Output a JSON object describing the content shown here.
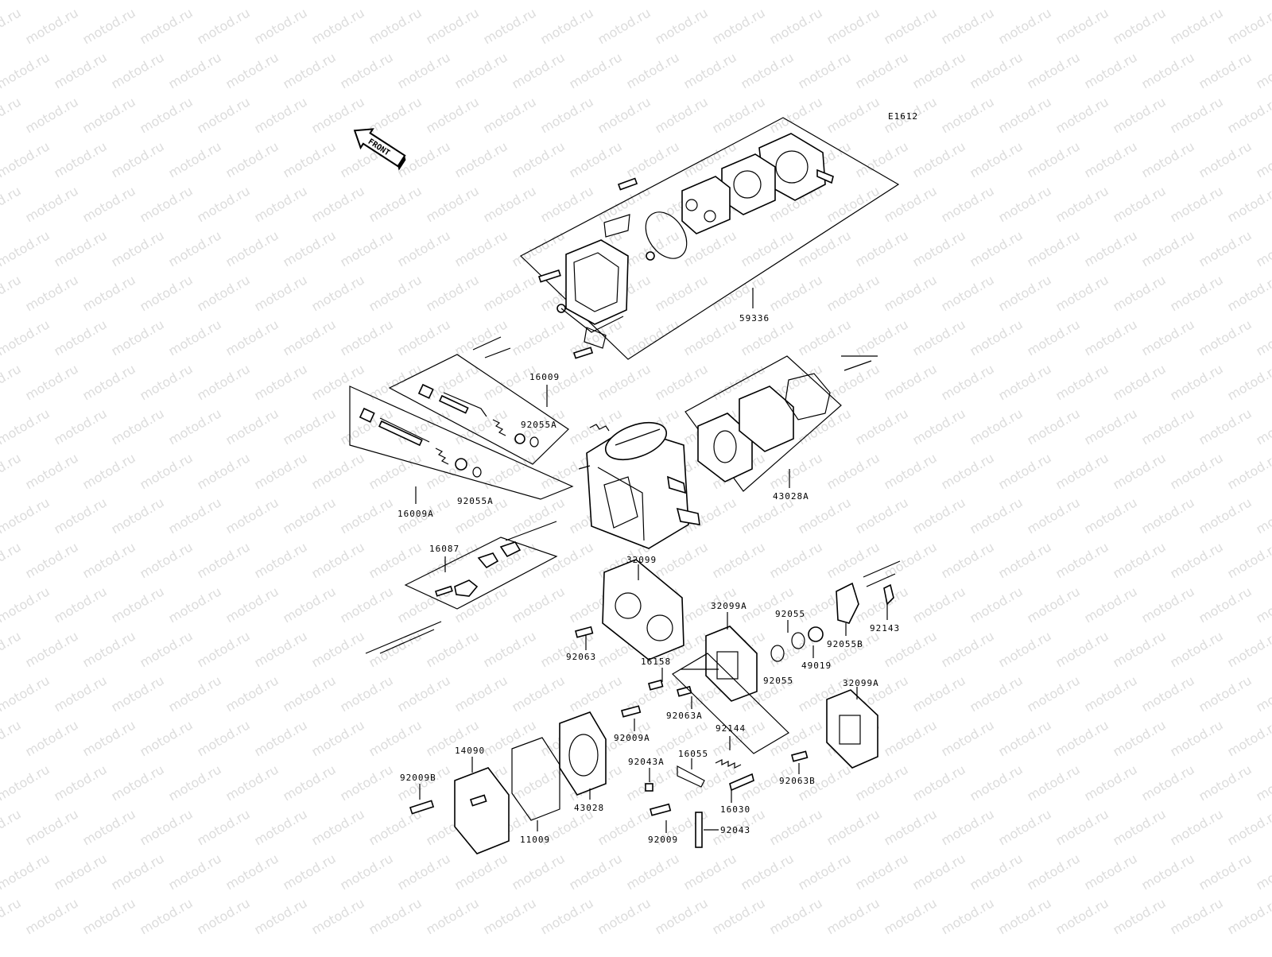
{
  "diagram_code": "E1612",
  "front_label": "FRONT",
  "watermark_text": "motod.ru",
  "colors": {
    "line": "#000000",
    "background": "#ffffff",
    "watermark": "#dcdcdc"
  },
  "parts": {
    "p59336": "59336",
    "p16009": "16009",
    "p92055A_1": "92055A",
    "p16009A": "16009A",
    "p92055A_2": "92055A",
    "p43028A": "43028A",
    "p16087": "16087",
    "p32099": "32099",
    "p32099A_1": "32099A",
    "p92055_1": "92055",
    "p92055B": "92055B",
    "p92143": "92143",
    "p92063": "92063",
    "p16158": "16158",
    "p49019": "49019",
    "p92055_2": "92055",
    "p92063A": "92063A",
    "p32099A_2": "32099A",
    "p92009A": "92009A",
    "p92144": "92144",
    "p14090": "14090",
    "p92043A": "92043A",
    "p16055": "16055",
    "p92063B": "92063B",
    "p92009B": "92009B",
    "p16030": "16030",
    "p43028": "43028",
    "p92009": "92009",
    "p92043": "92043",
    "p11009": "11009"
  }
}
